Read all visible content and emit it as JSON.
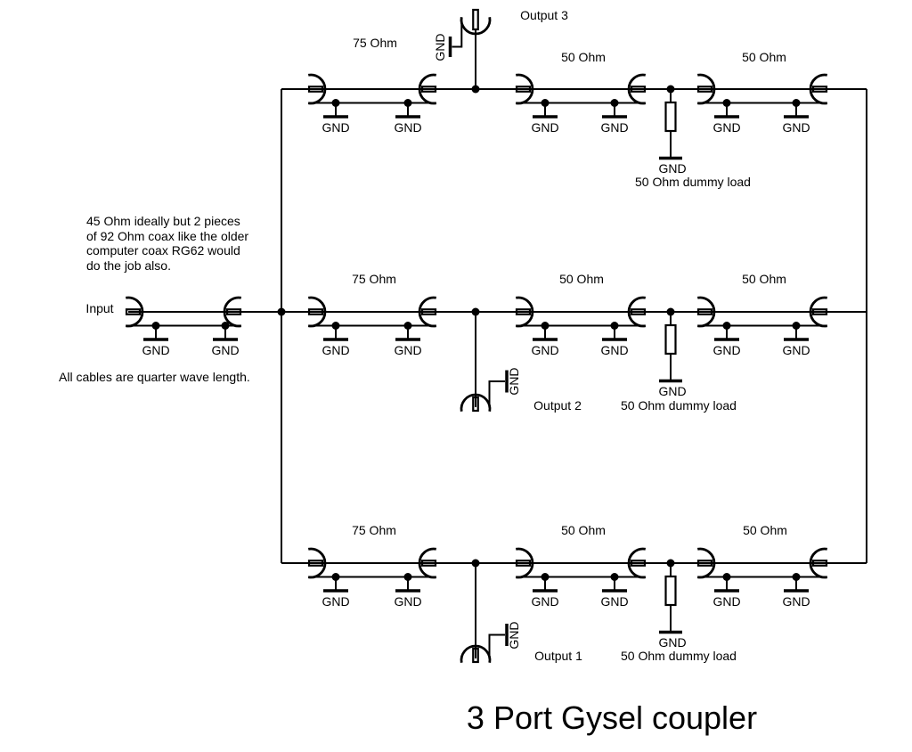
{
  "title": "3 Port Gysel coupler",
  "labels": {
    "gnd": "GND",
    "input": "Input"
  },
  "notes": {
    "line1": "45 Ohm ideally but 2 pieces",
    "line2": "of 92 Ohm coax like the older",
    "line3": "computer coax RG62 would",
    "line4": "do the job also.",
    "cables_note": "All cables are quarter wave length."
  },
  "rows": [
    {
      "output": "Output 3",
      "cables": [
        "75 Ohm",
        "50 Ohm",
        "50 Ohm"
      ],
      "dummy_load": "50 Ohm dummy load"
    },
    {
      "output": "Output 2",
      "cables": [
        "75 Ohm",
        "50 Ohm",
        "50 Ohm"
      ],
      "dummy_load": "50 Ohm dummy load"
    },
    {
      "output": "Output 1",
      "cables": [
        "75 Ohm",
        "50 Ohm",
        "50 Ohm"
      ],
      "dummy_load": "50 Ohm dummy load"
    }
  ],
  "colors": {
    "line": "#000000",
    "background": "#ffffff"
  }
}
